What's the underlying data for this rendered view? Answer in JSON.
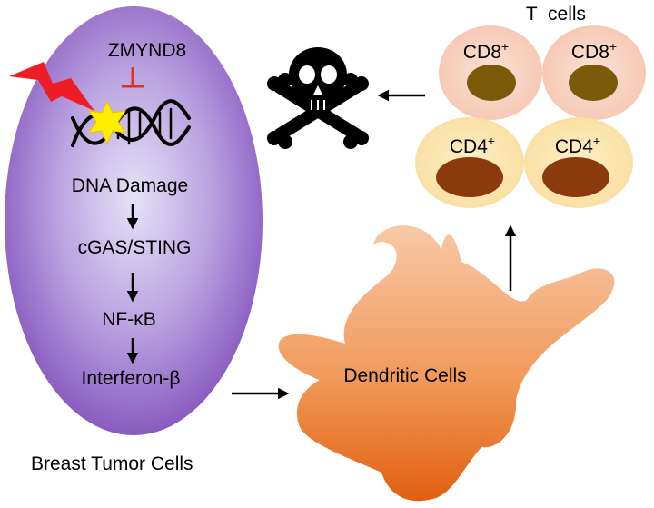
{
  "tumor": {
    "inhibitor": "ZMYND8",
    "pathway": [
      "DNA Damage",
      "cGAS/STING",
      "NF-κB",
      "Interferon-β"
    ],
    "label": "Breast Tumor Cells"
  },
  "dendritic": {
    "label": "Dendritic Cells"
  },
  "tcells": {
    "title": "T  cells",
    "cells": [
      {
        "base": "CD8",
        "sup": "+"
      },
      {
        "base": "CD8",
        "sup": "+"
      },
      {
        "base": "CD4",
        "sup": "+"
      },
      {
        "base": "CD4",
        "sup": "+"
      }
    ]
  },
  "colors": {
    "tumor_light": "#e6e2f8",
    "tumor_dark": "#8a5bc0",
    "inhibitor": "#e0302a",
    "lightning": "#ee1c24",
    "damage_star": "#ffee00",
    "dendritic_light": "#f7c9a8",
    "dendritic_dark": "#e06010",
    "cd8_cell": "#f6c7b2",
    "cd8_nucleus": "#7a5a08",
    "cd4_cell": "#f9dea0",
    "cd4_nucleus": "#8a3a0c"
  },
  "icons": [
    "lightning-icon",
    "damage-star-icon",
    "dna-helix-icon",
    "skull-crossbones-icon"
  ]
}
